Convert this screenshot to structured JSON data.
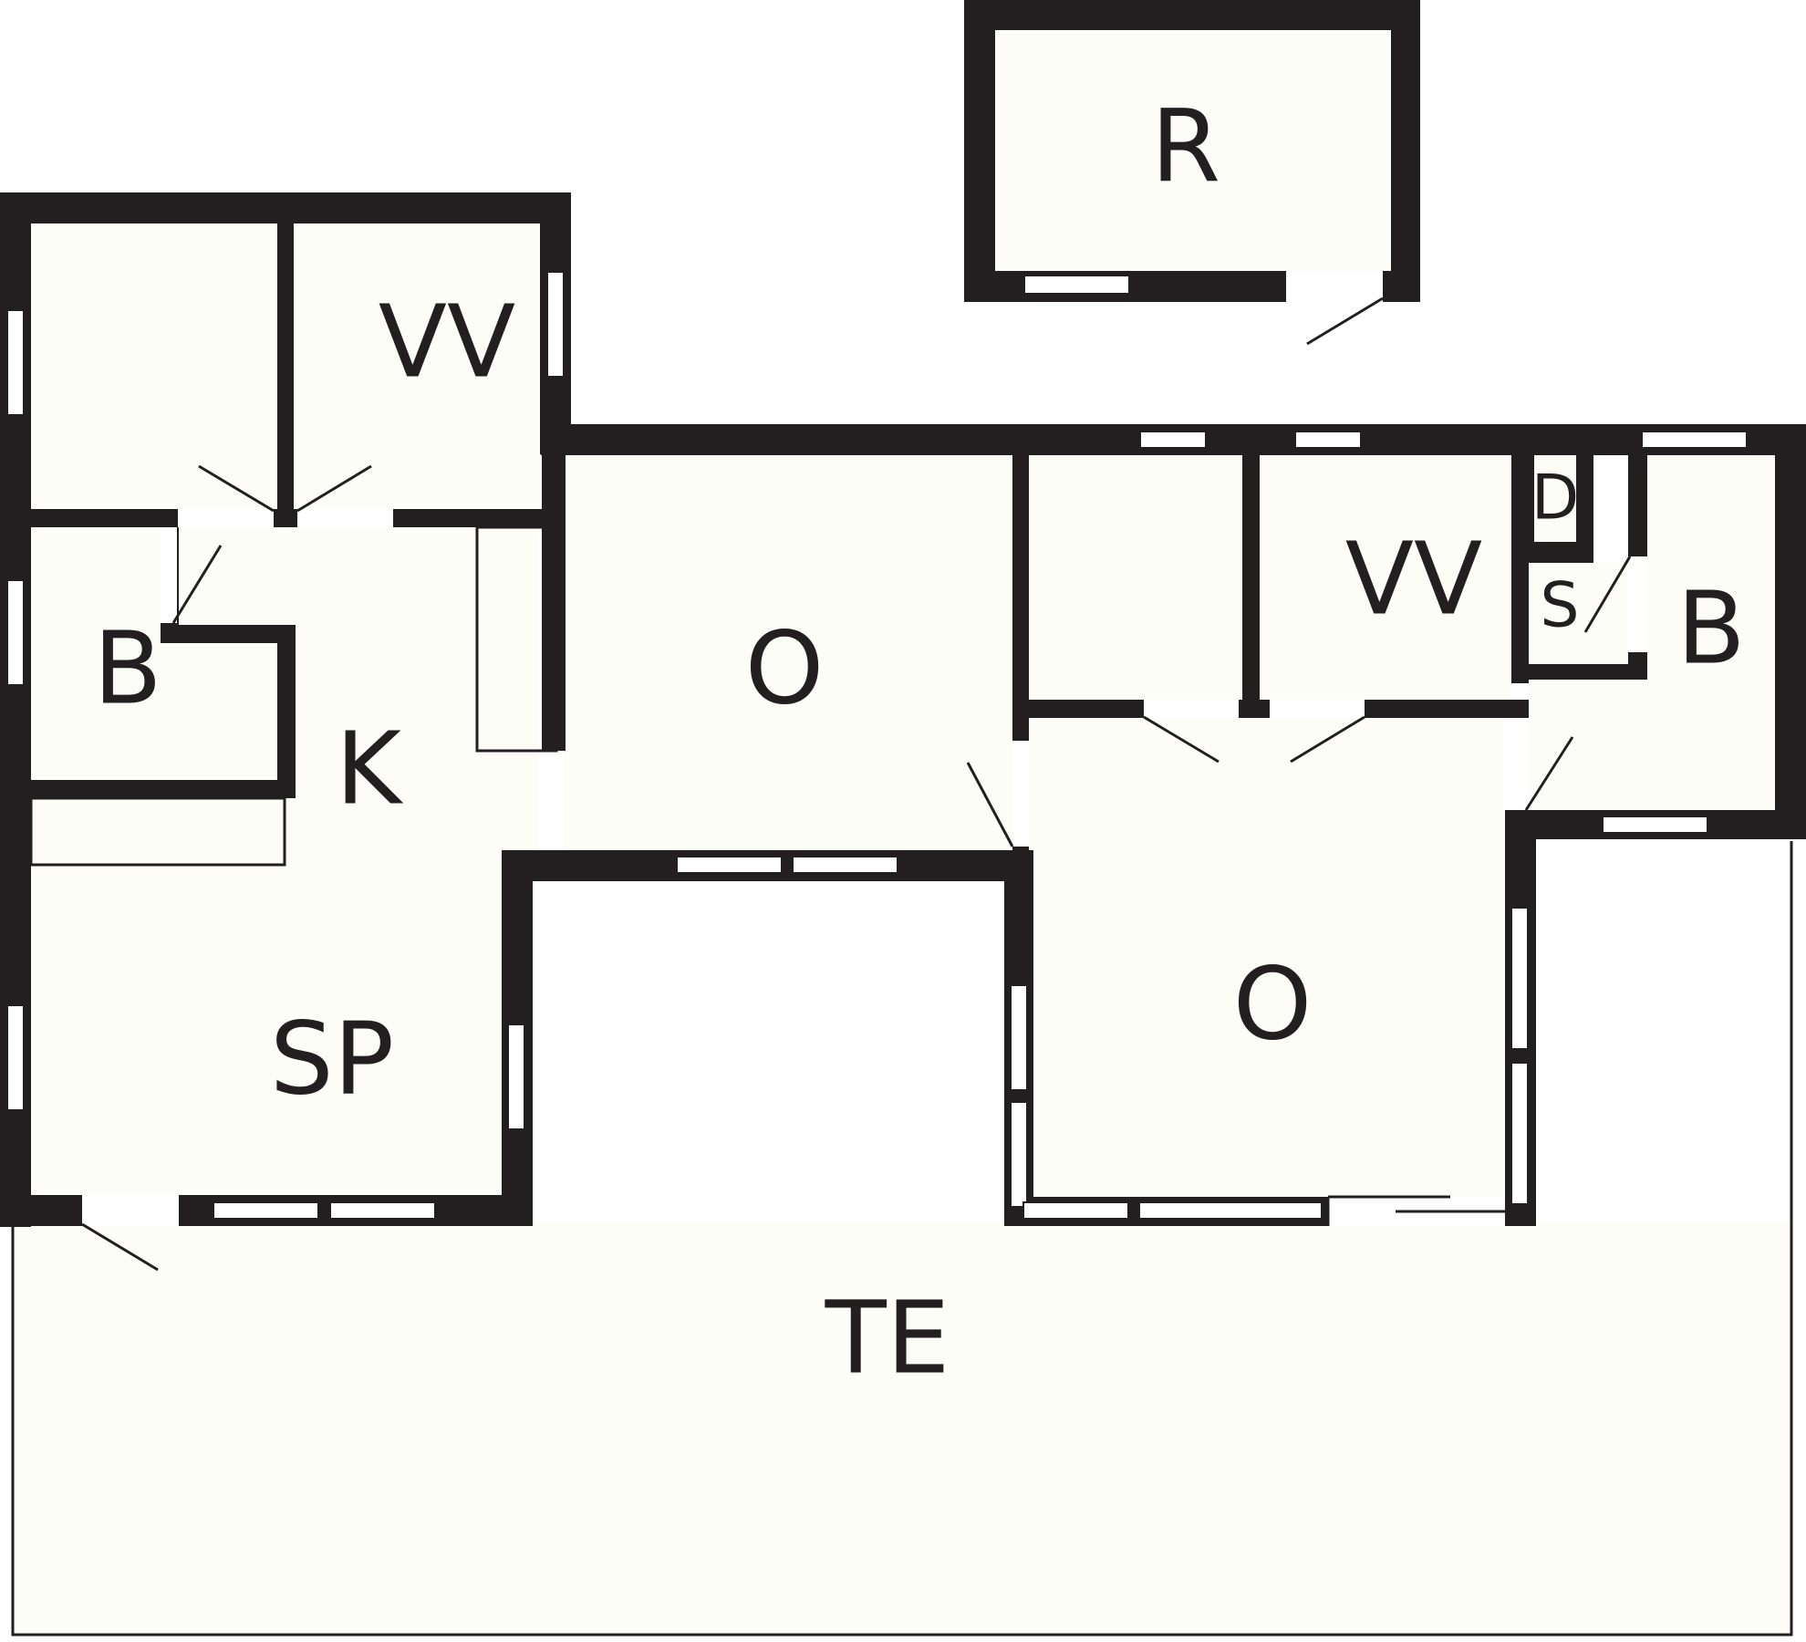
{
  "rooms": {
    "r_shed": "R",
    "vv_left": "VV",
    "b_left": "B",
    "k": "K",
    "o_center": "O",
    "sp": "SP",
    "vv_right": "VV",
    "d": "D",
    "s": "S",
    "b_right": "B",
    "o_right": "O",
    "te": "TE"
  },
  "colors": {
    "wall": "#231f20",
    "floor": "#fcfdf7"
  }
}
